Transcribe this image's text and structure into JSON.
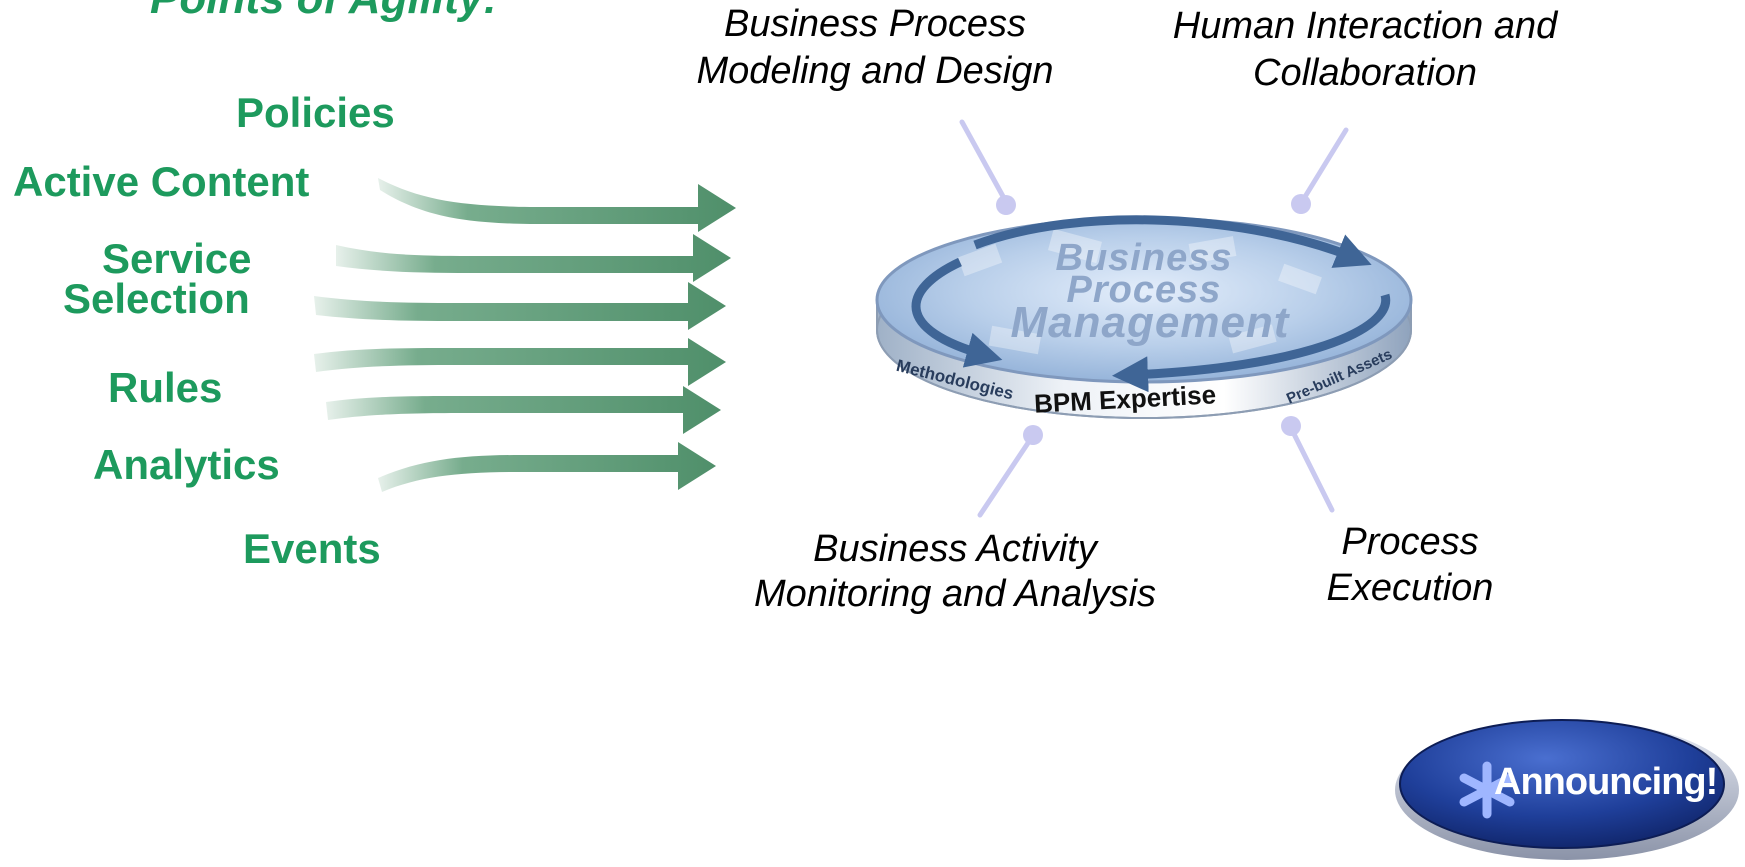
{
  "title": "Points of Agility:",
  "drivers": {
    "policies": "Policies",
    "active_content": "Active Content",
    "service_selection_line1": "Service",
    "service_selection_line2": "Selection",
    "rules": "Rules",
    "analytics": "Analytics",
    "events": "Events"
  },
  "capabilities": {
    "modeling_line1": "Business Process",
    "modeling_line2": "Modeling and Design",
    "human_line1": "Human Interaction and",
    "human_line2": "Collaboration",
    "monitoring_line1": "Business Activity",
    "monitoring_line2": "Monitoring and Analysis",
    "execution_line1": "Process",
    "execution_line2": "Execution"
  },
  "disc": {
    "line1": "Business",
    "line2": "Process",
    "line3": "Management",
    "rim_left": "Methodologies",
    "rim_center": "BPM Expertise",
    "rim_right": "Pre-built Assets"
  },
  "badge": {
    "label": "Announcing!"
  },
  "colors": {
    "driver_green": "#1d9a5d",
    "arrow_green": "#5f9e79",
    "connector_lavender": "#c9c9f0",
    "badge_blue": "#1f3f9a"
  }
}
